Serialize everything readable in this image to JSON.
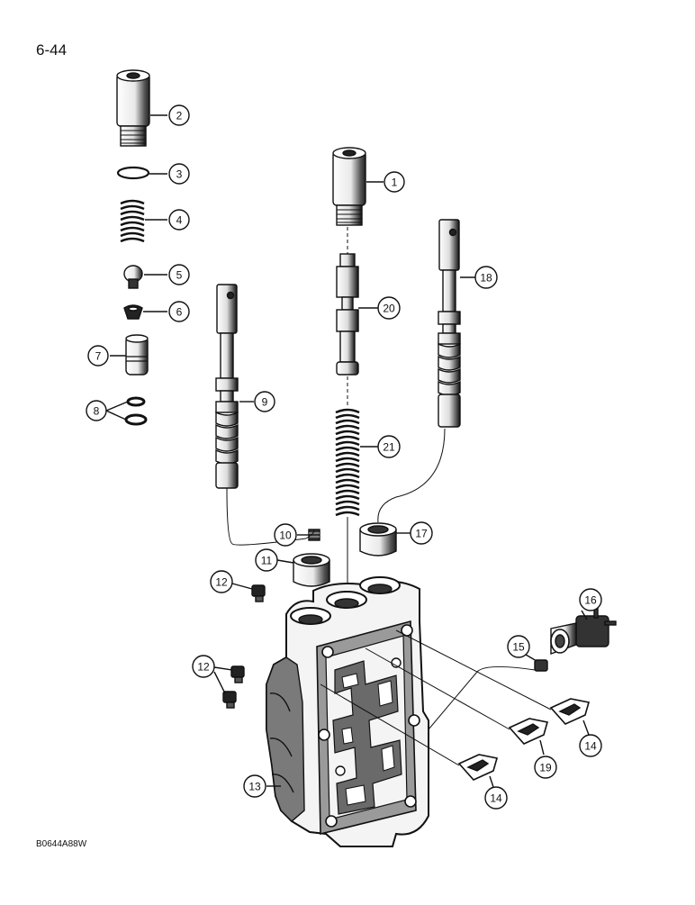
{
  "page": {
    "number": "6-44",
    "figure_code": "B0644A88W"
  },
  "callouts": {
    "c1": "1",
    "c2": "2",
    "c3": "3",
    "c4": "4",
    "c5": "5",
    "c6": "6",
    "c7": "7",
    "c8": "8",
    "c9": "9",
    "c10": "10",
    "c11": "11",
    "c12a": "12",
    "c12b": "12",
    "c13": "13",
    "c14a": "14",
    "c14b": "14",
    "c15": "15",
    "c16": "16",
    "c17": "17",
    "c18": "18",
    "c19": "19",
    "c20": "20",
    "c21": "21"
  },
  "colors": {
    "ink": "#111111",
    "paper": "#ffffff",
    "shade": "#6a6a6a",
    "body": "#f4f4f4"
  }
}
